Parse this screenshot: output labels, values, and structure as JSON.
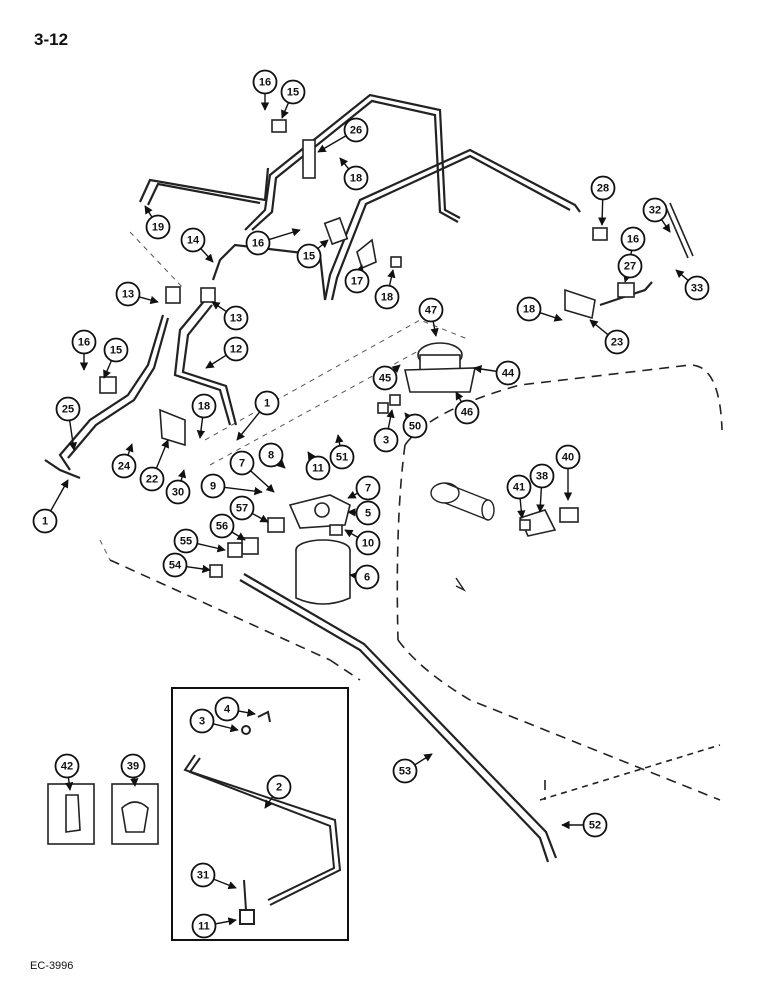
{
  "page": {
    "number": "3-12",
    "ref_code": "EC-3996"
  },
  "callouts": [
    "16",
    "15",
    "26",
    "18",
    "19",
    "28",
    "32",
    "16",
    "14",
    "16",
    "15",
    "17",
    "18",
    "27",
    "33",
    "13",
    "13",
    "47",
    "18",
    "23",
    "16",
    "15",
    "12",
    "45",
    "44",
    "1",
    "18",
    "25",
    "46",
    "50",
    "3",
    "24",
    "22",
    "30",
    "7",
    "8",
    "11",
    "51",
    "9",
    "7",
    "40",
    "57",
    "5",
    "38",
    "41",
    "1",
    "56",
    "10",
    "55",
    "54",
    "6",
    "4",
    "3",
    "2",
    "42",
    "39",
    "53",
    "52",
    "31",
    "11"
  ]
}
